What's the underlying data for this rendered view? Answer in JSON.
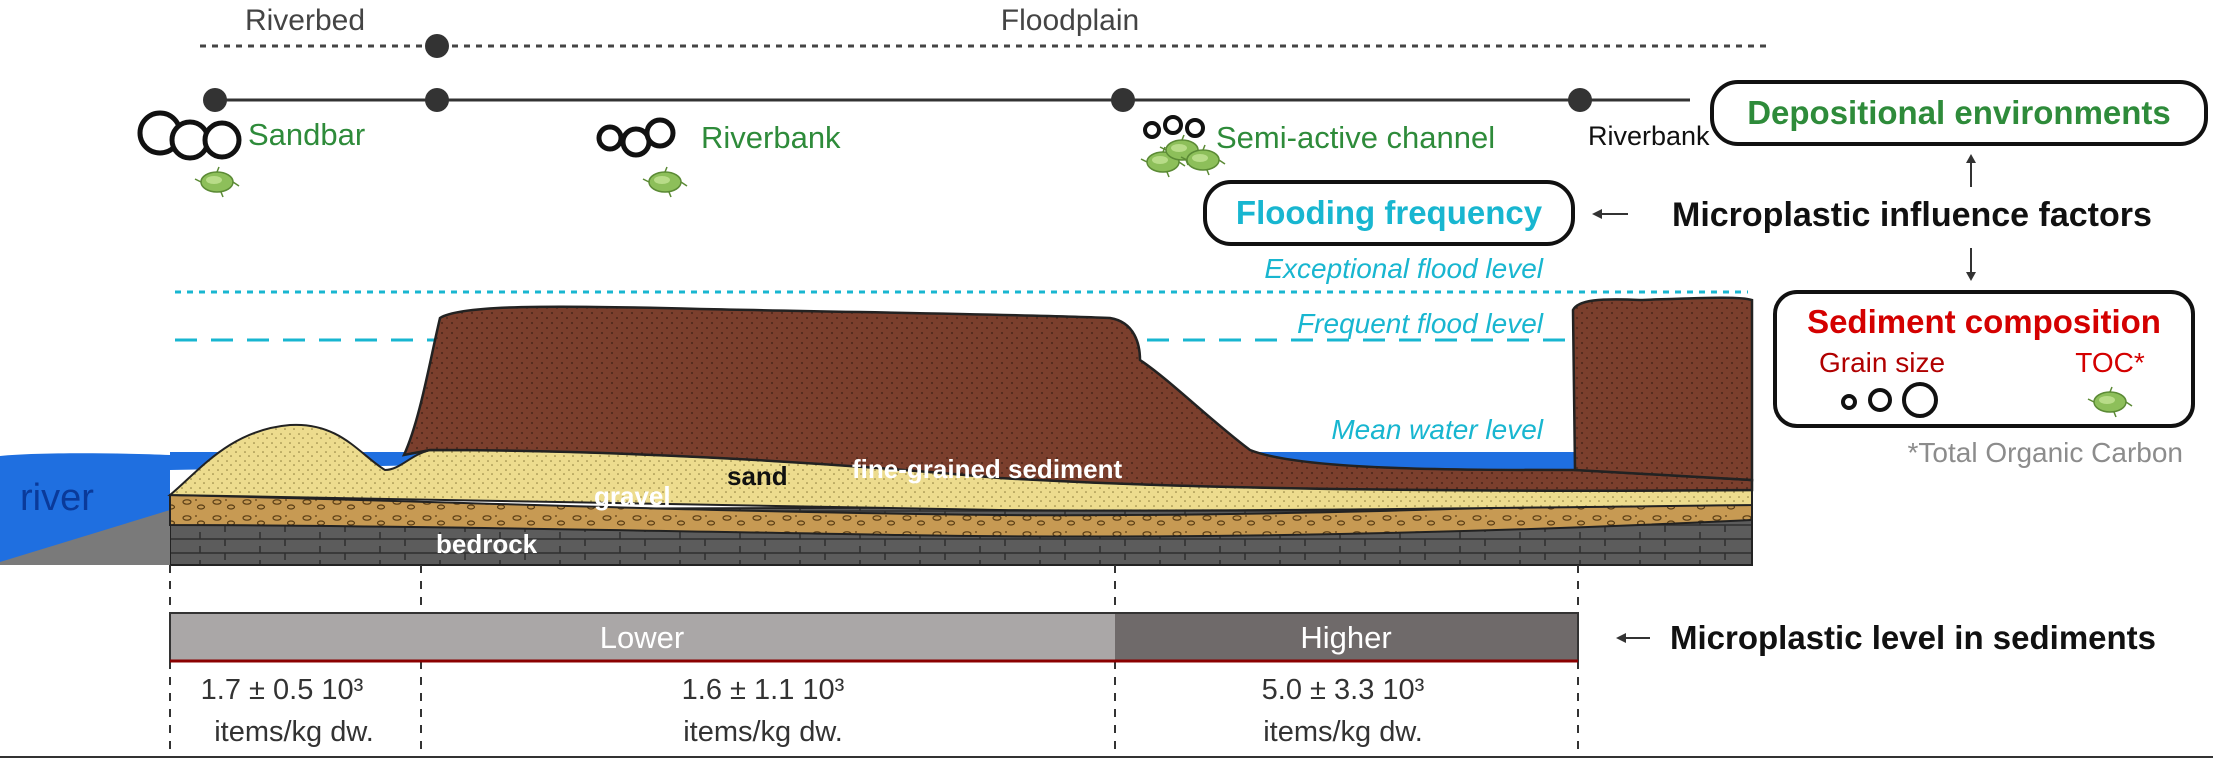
{
  "top_labels": {
    "riverbed": "Riverbed",
    "floodplain": "Floodplain"
  },
  "environments": {
    "sandbar": "Sandbar",
    "riverbank_1": "Riverbank",
    "semi_active_channel": "Semi-active channel",
    "riverbank_2": "Riverbank"
  },
  "factors": {
    "depositional": "Depositional environments",
    "influence": "Microplastic influence factors",
    "flooding": "Flooding frequency",
    "sediment": "Sediment composition",
    "grain_size": "Grain size",
    "toc": "TOC*",
    "toc_note": "*Total Organic Carbon"
  },
  "water_levels": {
    "exceptional": "Exceptional flood level",
    "frequent": "Frequent flood level",
    "mean": "Mean water level"
  },
  "geology": {
    "river": "river",
    "gravel": "gravel",
    "sand": "sand",
    "fine": "fine-grained sediment",
    "bedrock": "bedrock"
  },
  "levels": {
    "lower": "Lower",
    "higher": "Higher",
    "title": "Microplastic level in sediments"
  },
  "stats": [
    {
      "value": "1.7 ± 0.5 10³",
      "unit": "items/kg dw."
    },
    {
      "value": "1.6 ± 1.1 10³",
      "unit": "items/kg dw."
    },
    {
      "value": "5.0 ± 3.3 10³",
      "unit": "items/kg dw."
    }
  ],
  "colors": {
    "green": "#2e8b3a",
    "cyan": "#18b6d0",
    "red": "#d40000",
    "fine_sediment": "#7b3f2d",
    "sand": "#eddc8e",
    "gravel": "#c79a53",
    "bedrock": "#5c5c5c",
    "water": "#1f6fe0"
  }
}
